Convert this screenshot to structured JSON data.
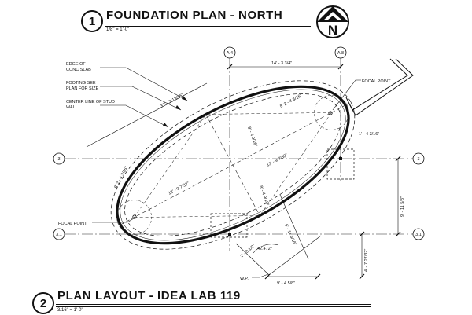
{
  "sheet": {
    "views": [
      {
        "number": "1",
        "title": "FOUNDATION PLAN - NORTH",
        "scale": "1/8\" = 1'-0\""
      },
      {
        "number": "2",
        "title": "PLAN LAYOUT - IDEA LAB 119",
        "scale": "3/16\" = 1'-0\""
      }
    ],
    "north_arrow_letter": "N"
  },
  "plan": {
    "grid_bubbles": {
      "a4": "A.4",
      "a8": "A.8",
      "r3_left": "3",
      "r3_right": "3",
      "r31_left": "3.1",
      "r31_right": "3.1"
    },
    "notes": {
      "edge_1": "EDGE OF",
      "edge_2": "CONC SLAB",
      "footing_1": "FOOTING SEE",
      "footing_2": "PLAN FOR SIZE",
      "stud_1": "CENTER LINE OF STUD",
      "stud_2": "WALL",
      "focal_right": "FOCAL POINT",
      "focal_left": "FOCAL POINT",
      "work_point": "W.P."
    },
    "dimensions": {
      "top_overall": "14' - 3 3/4\"",
      "major_axis": "37' - 2 13/16\"",
      "minor_upper": "8' - 4 9/16\"",
      "minor_lower": "8' - 4 9/16\"",
      "focal_offset_upper": "8' 2 - 4 3/16\"",
      "focal_offset_left": "8' 2 - 4 3/16\"",
      "right_stub": "1' - 4 3/16\"",
      "half_focal_right": "13' - 9 7/32\"",
      "half_focal_left": "13' - 9 7/32\"",
      "right_vertical": "9' - 11 5/8\"",
      "right_lower_vertical": "4' - 7 27/32\"",
      "diag_lower": "6' - 11 3/16\"",
      "diag_small": "2' - 0 1/2\"",
      "angle": "42.472°",
      "bottom": "9' - 4 5/8\""
    }
  }
}
